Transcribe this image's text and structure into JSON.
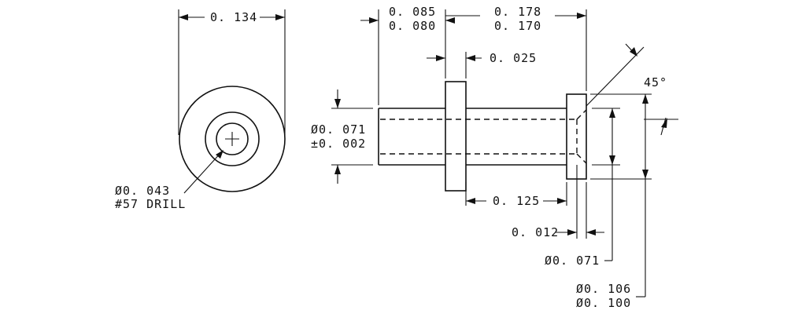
{
  "front_view": {
    "width_dim": "0. 134",
    "bore_dim": "Ø0. 043",
    "drill_note": "#57 DRILL"
  },
  "side_view": {
    "shank_length_max": "0. 085",
    "shank_length_min": "0. 080",
    "end_length_max": "0. 178",
    "end_length_min": "0. 170",
    "flange_width": "0. 025",
    "chamfer_angle": "45°",
    "shank_dia": "Ø0. 071",
    "shank_tol": "±0. 002",
    "gap_length": "0. 125",
    "collar_width": "0. 012",
    "inner_dia": "Ø0. 071",
    "collar_dia_max": "Ø0. 106",
    "collar_dia_min": "Ø0. 100"
  }
}
